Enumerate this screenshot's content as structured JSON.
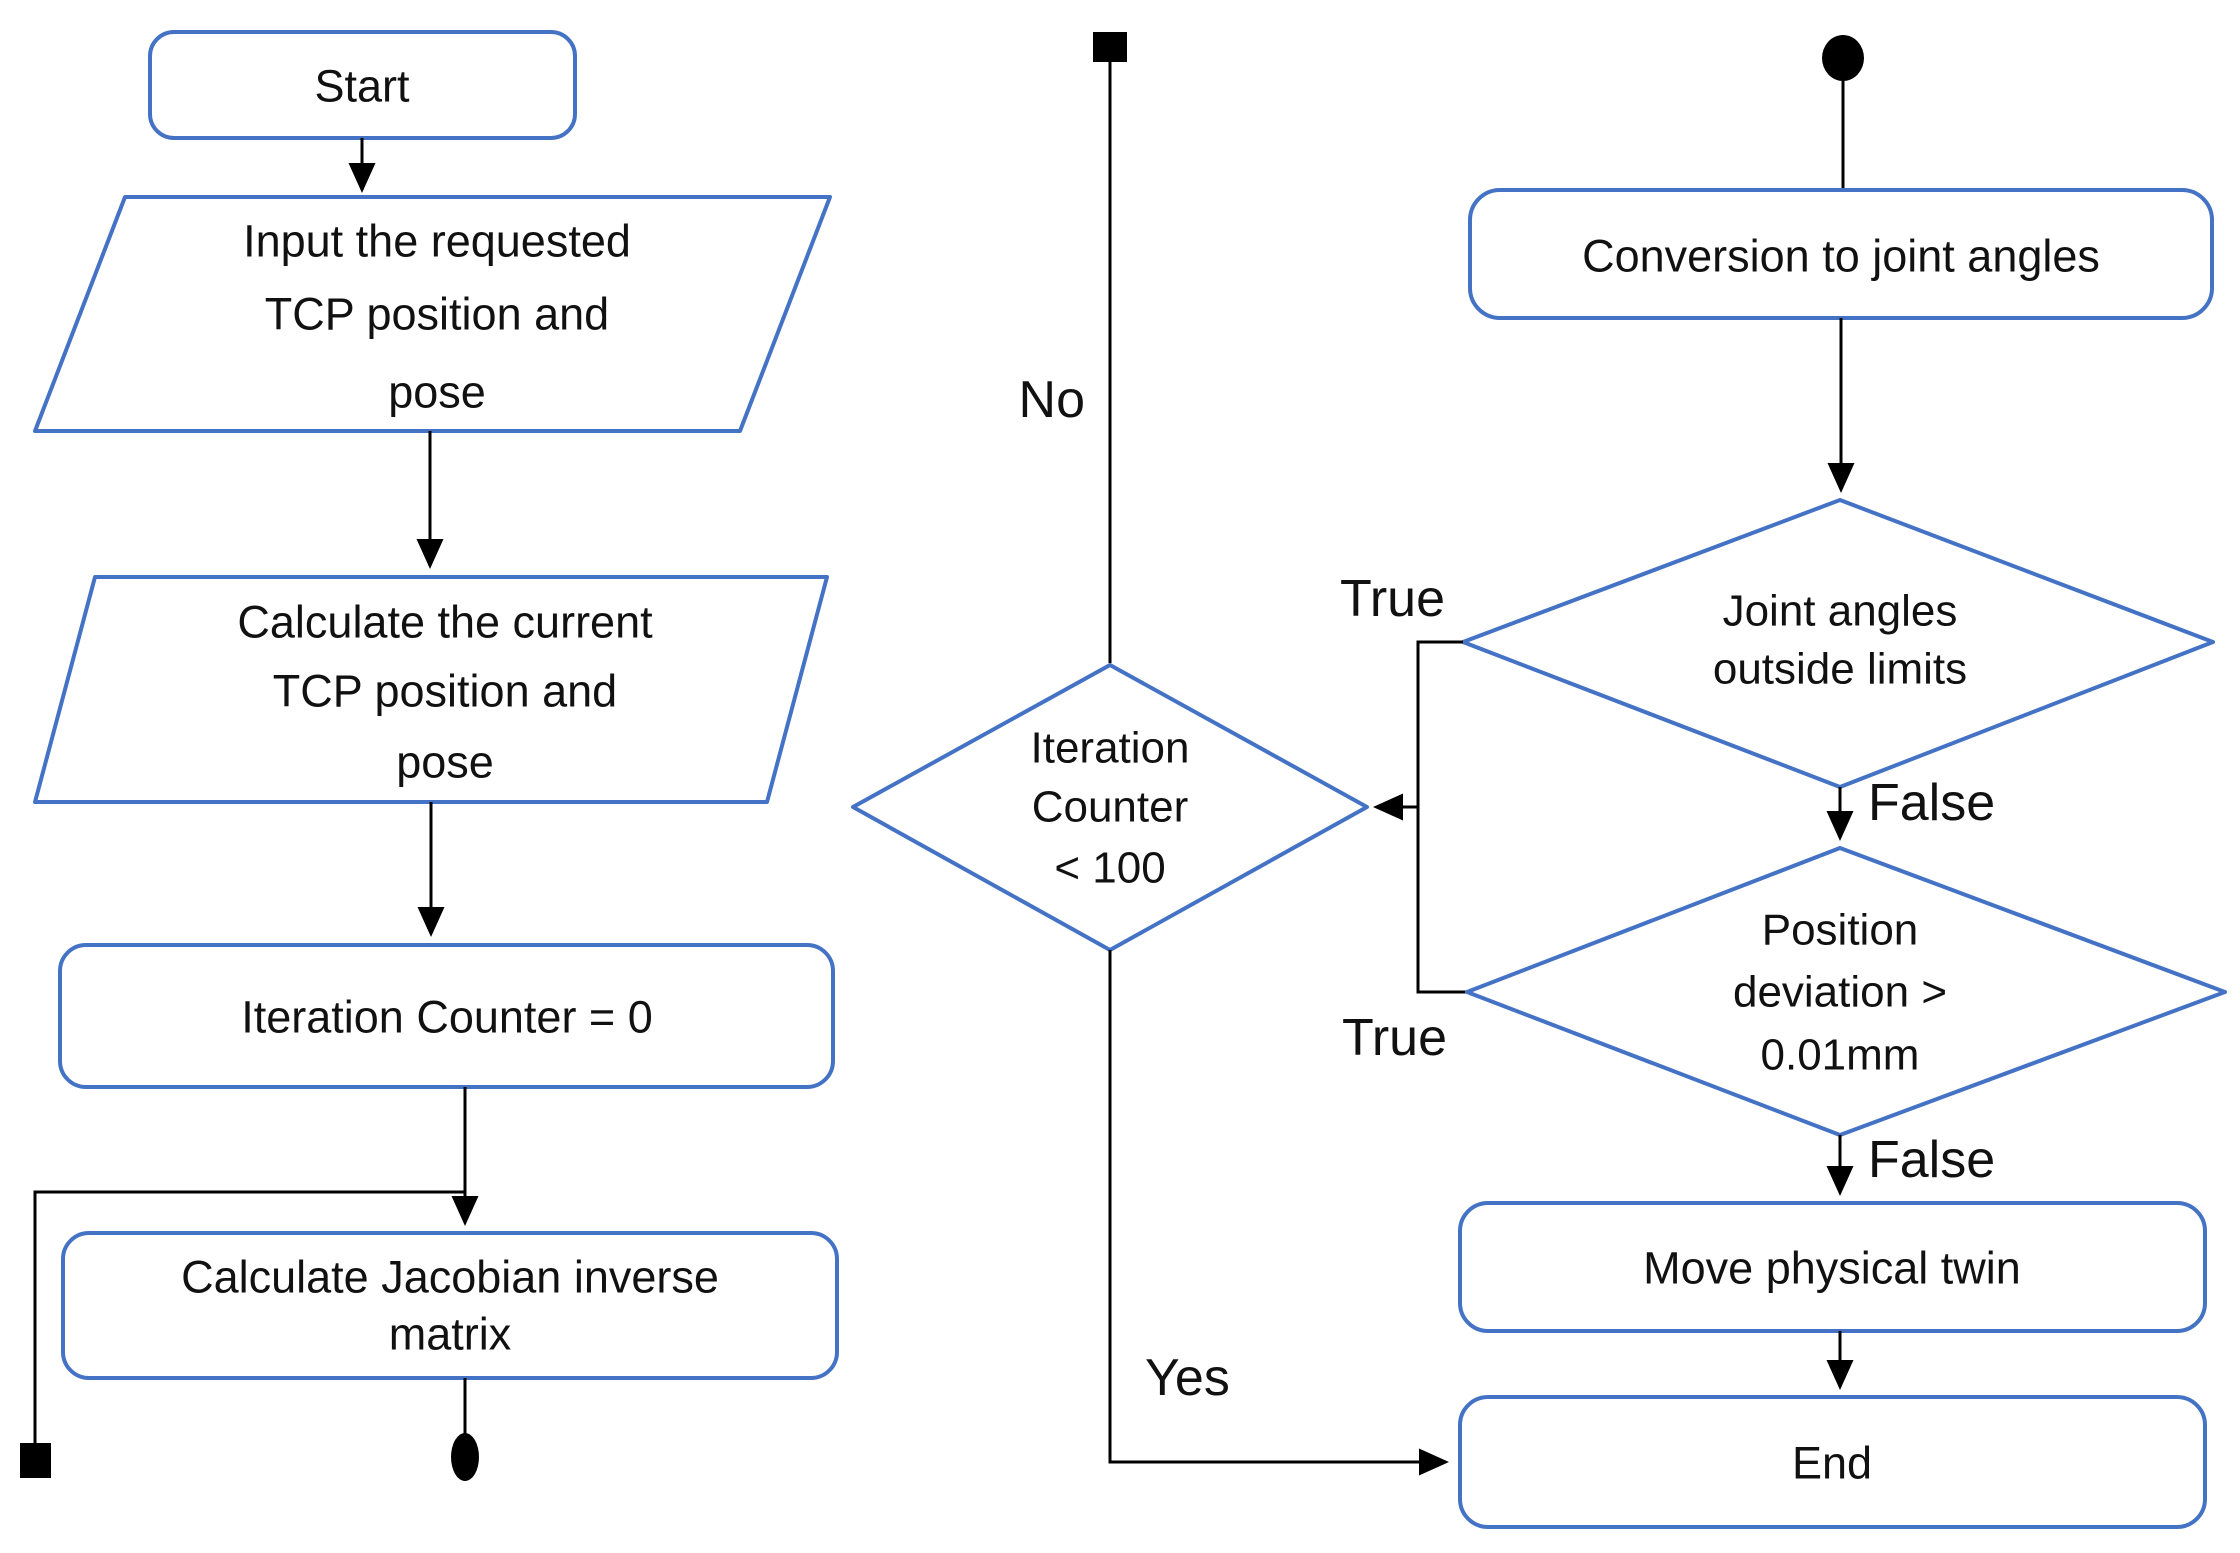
{
  "diagram": {
    "background_color": "#ffffff",
    "shape_outline_color": "#4472C4",
    "connector_color": "#000000",
    "text_color": "#111111",
    "nodes": {
      "start": {
        "label": "Start",
        "shape": "rounded-rectangle"
      },
      "input_tcp": {
        "lines": [
          "Input the requested",
          "TCP position and",
          "pose"
        ],
        "shape": "parallelogram"
      },
      "calc_tcp": {
        "lines": [
          "Calculate the current",
          "TCP position and",
          "pose"
        ],
        "shape": "parallelogram"
      },
      "iteration_counter_zero": {
        "label": "Iteration Counter = 0",
        "shape": "rounded-rectangle"
      },
      "calc_jacobian": {
        "lines": [
          "Calculate Jacobian inverse",
          "matrix"
        ],
        "shape": "rounded-rectangle"
      },
      "iteration_check": {
        "lines": [
          "Iteration",
          "Counter",
          "< 100"
        ],
        "shape": "decision-diamond"
      },
      "conversion": {
        "label": "Conversion to joint angles",
        "shape": "rounded-rectangle"
      },
      "joint_angles_check": {
        "lines": [
          "Joint angles",
          "outside limits"
        ],
        "shape": "decision-diamond"
      },
      "position_check": {
        "lines": [
          "Position",
          "deviation >",
          "0.01mm"
        ],
        "shape": "decision-diamond"
      },
      "move_twin": {
        "label": "Move physical twin",
        "shape": "rounded-rectangle"
      },
      "end": {
        "label": "End",
        "shape": "rounded-rectangle"
      }
    },
    "edge_labels": {
      "no": "No",
      "yes": "Yes",
      "true_top": "True",
      "true_bottom": "True",
      "false_top": "False",
      "false_bottom": "False"
    }
  }
}
